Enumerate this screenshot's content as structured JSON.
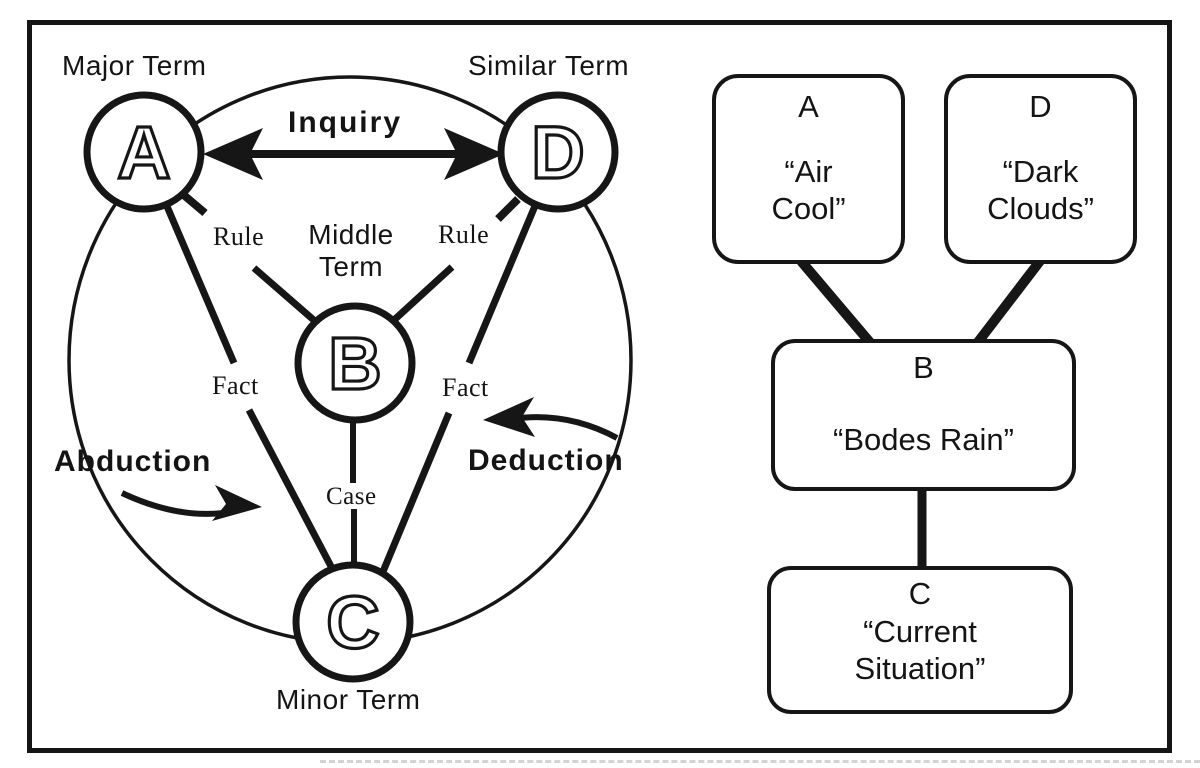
{
  "colors": {
    "ink": "#151515",
    "paper": "#ffffff"
  },
  "left_diagram": {
    "labels": {
      "major_term": "Major Term",
      "similar_term": "Similar Term",
      "middle_term": "Middle\nTerm",
      "minor_term": "Minor Term"
    },
    "nodes": {
      "a": "A",
      "b": "B",
      "c": "C",
      "d": "D"
    },
    "edges": {
      "inquiry": "Inquiry",
      "abduction": "Abduction",
      "deduction": "Deduction",
      "rule_left": "Rule",
      "rule_right": "Rule",
      "fact_left": "Fact",
      "fact_right": "Fact",
      "case": "Case"
    }
  },
  "right_diagram": {
    "boxes": [
      {
        "letter": "A",
        "quote": "“Air\nCool”"
      },
      {
        "letter": "D",
        "quote": "“Dark\nClouds”"
      },
      {
        "letter": "B",
        "quote": "“Bodes Rain”"
      },
      {
        "letter": "C",
        "quote": "“Current\nSituation”"
      }
    ]
  }
}
